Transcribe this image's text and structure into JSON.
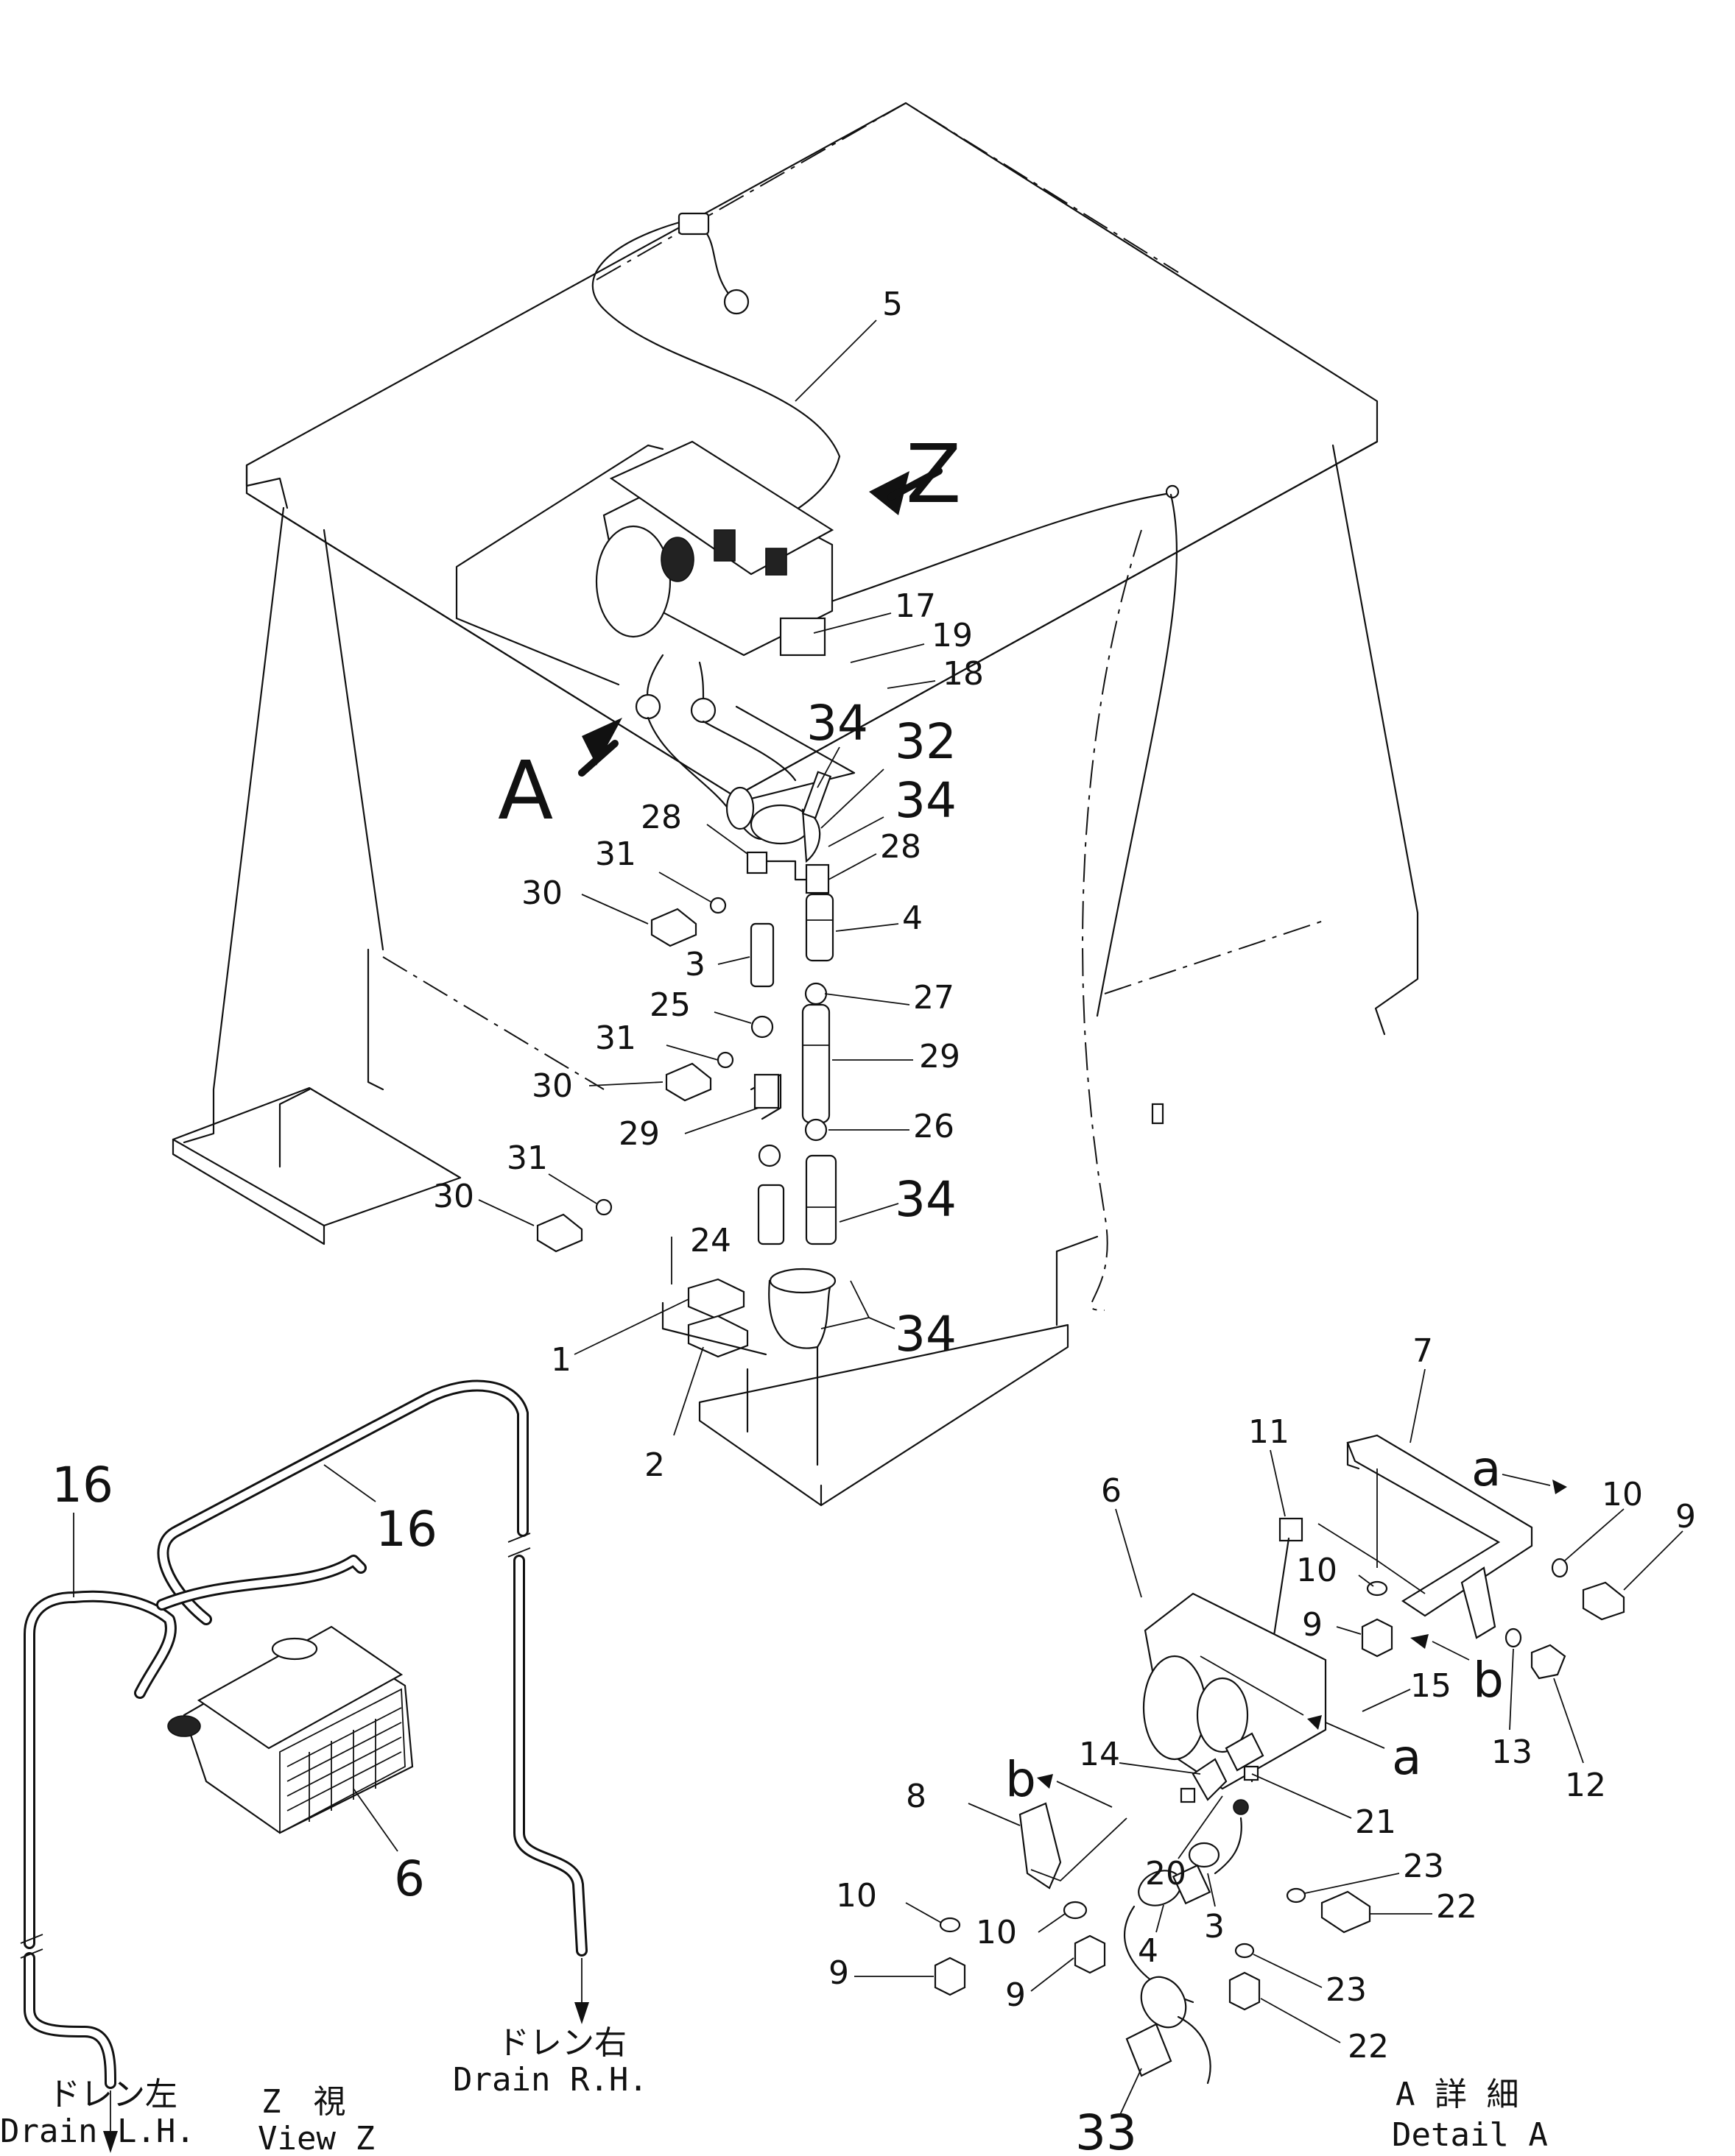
{
  "views": {
    "main_letters": [
      "Z",
      "A"
    ],
    "detail_letters": [
      "a",
      "b",
      "b",
      "a"
    ]
  },
  "captions": {
    "drain_lh_jp": "ドレン左",
    "drain_lh_en": "Drain L.H.",
    "view_z_jp": "Z　視",
    "view_z_en": "View Z",
    "drain_rh_jp": "ドレン右",
    "drain_rh_en": "Drain R.H.",
    "detail_a_jp": "A 詳 細",
    "detail_a_en": "Detail A"
  },
  "callouts": {
    "main": [
      "5",
      "17",
      "19",
      "18",
      "34",
      "32",
      "34",
      "28",
      "28",
      "31",
      "30",
      "4",
      "3",
      "25",
      "27",
      "31",
      "29",
      "30",
      "29",
      "26",
      "31",
      "30",
      "34",
      "24",
      "1",
      "34",
      "2"
    ],
    "view_z": [
      "16",
      "16",
      "6"
    ],
    "detail_a": [
      "7",
      "11",
      "6",
      "10",
      "9",
      "10",
      "9",
      "15",
      "13",
      "12",
      "14",
      "8",
      "21",
      "20",
      "23",
      "22",
      "10",
      "10",
      "9",
      "9",
      "4",
      "3",
      "23",
      "22",
      "33"
    ]
  }
}
